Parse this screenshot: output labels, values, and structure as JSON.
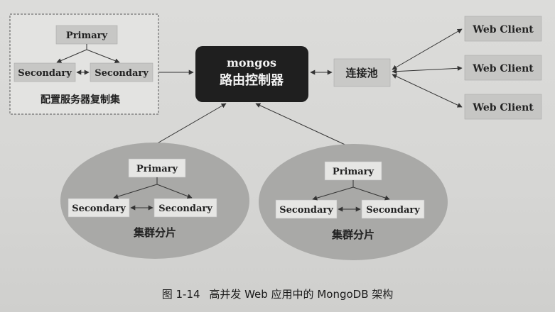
{
  "config_replica_set": {
    "primary": "Primary",
    "secondary_left": "Secondary",
    "secondary_right": "Secondary",
    "label": "配置服务器复制集"
  },
  "mongos": {
    "line1": "mongos",
    "line2": "路由控制器"
  },
  "pool": {
    "label": "连接池"
  },
  "web_clients": [
    "Web Client",
    "Web Client",
    "Web Client"
  ],
  "shard_left": {
    "primary": "Primary",
    "secondary_left": "Secondary",
    "secondary_right": "Secondary",
    "label": "集群分片"
  },
  "shard_right": {
    "primary": "Primary",
    "secondary_left": "Secondary",
    "secondary_right": "Secondary",
    "label": "集群分片"
  },
  "caption": {
    "number": "图 1-14",
    "text": "高并发 Web 应用中的 MongoDB 架构"
  }
}
